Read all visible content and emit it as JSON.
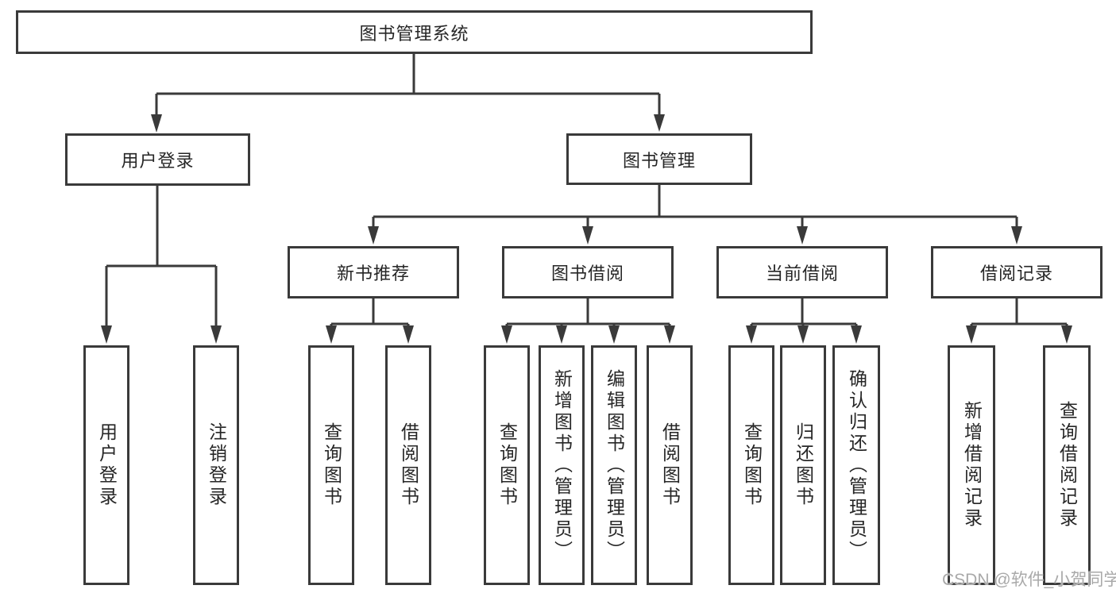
{
  "diagram": {
    "type": "tree-diagram",
    "colors": {
      "line": "#3a3a3a",
      "box_border": "#3a3a3a",
      "text": "#262626",
      "background": "#ffffff",
      "watermark": "#a9a9a9"
    },
    "nodes": {
      "root": "图书管理系统",
      "level2": [
        "用户登录",
        "图书管理"
      ],
      "level3": [
        "新书推荐",
        "图书借阅",
        "当前借阅",
        "借阅记录"
      ],
      "leaves": [
        "用户登录",
        "注销登录",
        "查询图书",
        "借阅图书",
        "查询图书",
        "新增图书（管理员）",
        "编辑图书（管理员）",
        "借阅图书",
        "查询图书",
        "归还图书",
        "确认归还（管理员）",
        "新增借阅记录",
        "查询借阅记录"
      ]
    },
    "edges": [
      {
        "from": "图书管理系统",
        "to": [
          "用户登录",
          "图书管理"
        ]
      },
      {
        "from": "用户登录",
        "to": [
          "用户登录",
          "注销登录"
        ]
      },
      {
        "from": "图书管理",
        "to": [
          "新书推荐",
          "图书借阅",
          "当前借阅",
          "借阅记录"
        ]
      },
      {
        "from": "新书推荐",
        "to": [
          "查询图书",
          "借阅图书"
        ]
      },
      {
        "from": "图书借阅",
        "to": [
          "查询图书",
          "新增图书（管理员）",
          "编辑图书（管理员）",
          "借阅图书"
        ]
      },
      {
        "from": "当前借阅",
        "to": [
          "查询图书",
          "归还图书",
          "确认归还（管理员）"
        ]
      },
      {
        "from": "借阅记录",
        "to": [
          "新增借阅记录",
          "查询借阅记录"
        ]
      }
    ],
    "watermark": "CSDN @软件_小贺同学"
  }
}
